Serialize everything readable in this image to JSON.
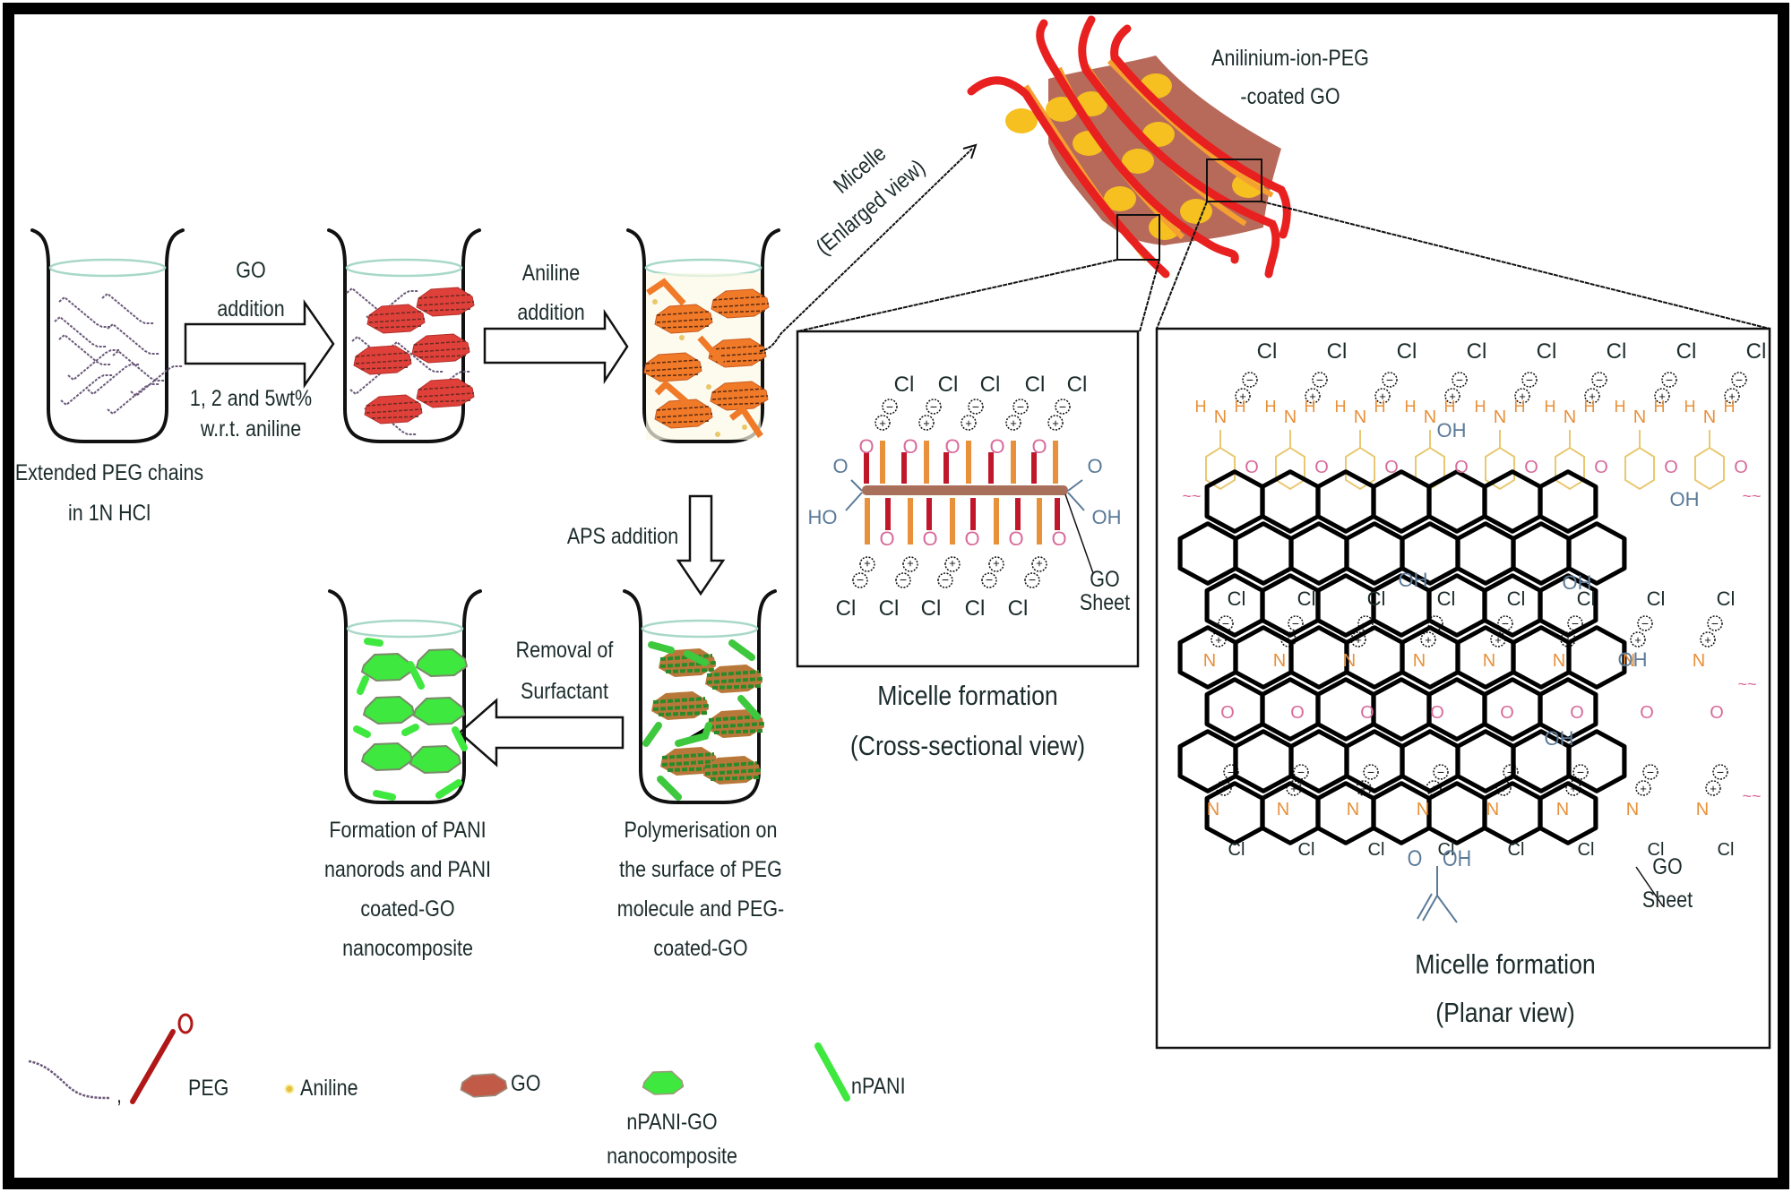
{
  "figure": {
    "title": "Schematic of PANI/GO nanocomposite synthesis via PEG micelle template",
    "colors": {
      "text": "#1c2b2b",
      "peg_chain": "#6b5a7a",
      "peg_rod": "#b01818",
      "go_sheet": "#c25a48",
      "go_sheet_micelle": "#b86a5a",
      "aniline": "#f0c030",
      "micelle_chain": "#e82020",
      "micelle_stripe": "#f5a030",
      "npani": "#3ee83e",
      "liquid_surface": "#a8d8c8",
      "chem_blue": "#5a7a98",
      "chem_red": "#c0182a",
      "chem_orange": "#e8903a",
      "chem_pink": "#d86a9a"
    }
  },
  "steps": {
    "beaker1": {
      "caption_line1": "Extended PEG chains",
      "caption_line2": "in 1N HCl"
    },
    "arrow1": {
      "line1": "GO",
      "line2": "addition",
      "line3": "1, 2 and 5wt%",
      "line4": "w.r.t. aniline"
    },
    "arrow2": {
      "line1": "Aniline",
      "line2": "addition"
    },
    "micelle_link": {
      "line1": "Micelle",
      "line2": "(Enlarged view)"
    },
    "micelle": {
      "line1": "Anilinium-ion-PEG",
      "line2": "-coated GO"
    },
    "arrow3": {
      "label": "APS addition"
    },
    "beaker4": {
      "caption_line1": "Polymerisation on",
      "caption_line2": "the surface of PEG",
      "caption_line3": "molecule and PEG-",
      "caption_line4": "coated-GO"
    },
    "arrow4": {
      "line1": "Removal of",
      "line2": "Surfactant"
    },
    "beaker5": {
      "caption_line1": "Formation of PANI",
      "caption_line2": "nanorods and PANI",
      "caption_line3": "coated-GO",
      "caption_line4": "nanocomposite"
    }
  },
  "panels": {
    "cross_section": {
      "caption_line1": "Micelle formation",
      "caption_line2": "(Cross-sectional view)",
      "sheet_label_line1": "GO",
      "sheet_label_line2": "Sheet",
      "atoms": {
        "cl": "Cl",
        "o": "O",
        "oh": "OH",
        "ho": "HO",
        "plus": "+",
        "minus": "−"
      }
    },
    "planar": {
      "caption_line1": "Micelle formation",
      "caption_line2": "(Planar view)",
      "sheet_label_line1": "GO",
      "sheet_label_line2": "Sheet",
      "carboxyl_o": "O",
      "carboxyl_oh": "OH"
    }
  },
  "legend": {
    "items": [
      {
        "id": "peg",
        "label": "PEG",
        "separator": ","
      },
      {
        "id": "aniline",
        "label": "Aniline"
      },
      {
        "id": "go",
        "label": "GO"
      },
      {
        "id": "npani-go",
        "label_line1": "nPANI-GO",
        "label_line2": "nanocomposite"
      },
      {
        "id": "npani",
        "label": "nPANI"
      }
    ],
    "peg_rod_atom": "O"
  }
}
